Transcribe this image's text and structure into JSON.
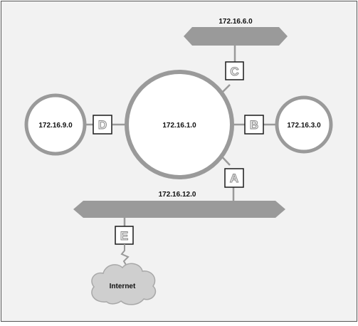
{
  "networks": {
    "top": "172.16.6.0",
    "center": "172.16.1.0",
    "left": "172.16.9.0",
    "right": "172.16.3.0",
    "bottom": "172.16.12.0"
  },
  "routers": {
    "a": "A",
    "b": "B",
    "c": "C",
    "d": "D",
    "e": "E"
  },
  "cloud": {
    "label": "Internet"
  },
  "colors": {
    "background": "#f2f2f2",
    "frame": "#555555",
    "network_fill": "#9a9a9a",
    "ring_stroke": "#9a9a9a",
    "router_border": "#1a1a1a",
    "router_letter_fill": "#f4f4f4",
    "router_letter_stroke": "#8a8a8a",
    "cloud_fill": "#cfcfcf",
    "cloud_stroke": "#a8a8a8"
  }
}
